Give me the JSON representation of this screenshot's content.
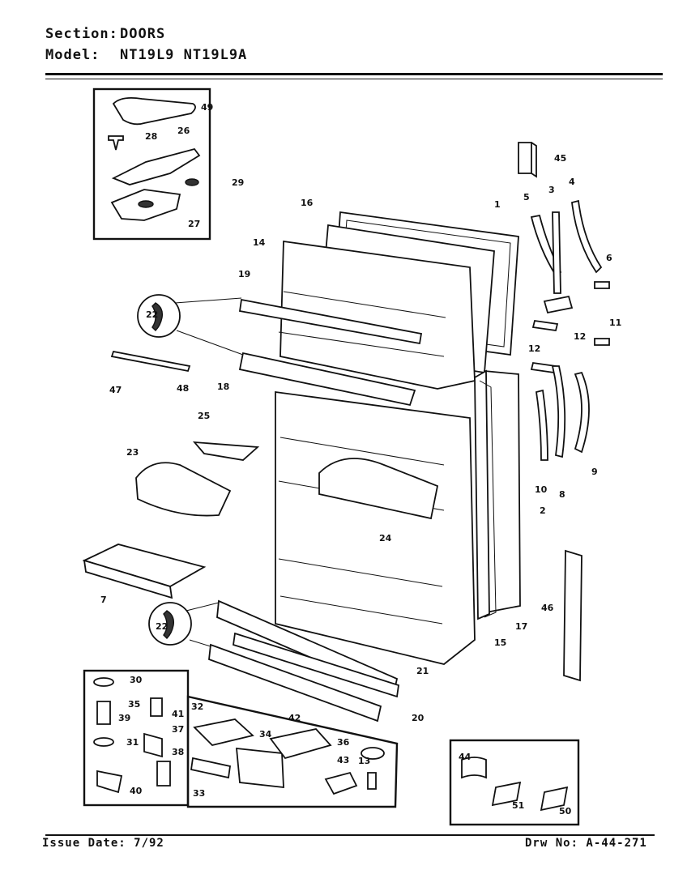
{
  "header": {
    "section_label": "Section:",
    "section_value": "DOORS",
    "model_label": "Model:",
    "model_value": "NT19L9  NT19L9A"
  },
  "footer": {
    "issue_date": "Issue Date: 7/92",
    "drawing_number": "Drw No: A-44-271"
  },
  "callouts": {
    "c1": "1",
    "c2": "2",
    "c3": "3",
    "c4": "4",
    "c5": "5",
    "c6": "6",
    "c7": "7",
    "c8": "8",
    "c9": "9",
    "c10": "10",
    "c11": "11",
    "c12a": "12",
    "c12b": "12",
    "c13": "13",
    "c14": "14",
    "c15": "15",
    "c16": "16",
    "c17": "17",
    "c18": "18",
    "c19": "19",
    "c20": "20",
    "c21": "21",
    "c22a": "22",
    "c22b": "22",
    "c23": "23",
    "c24": "24",
    "c25": "25",
    "c26": "26",
    "c27": "27",
    "c28": "28",
    "c29": "29",
    "c30": "30",
    "c31": "31",
    "c32": "32",
    "c33": "33",
    "c34": "34",
    "c35": "35",
    "c36": "36",
    "c37": "37",
    "c38": "38",
    "c39": "39",
    "c40": "40",
    "c41": "41",
    "c42": "42",
    "c43": "43",
    "c44": "44",
    "c45": "45",
    "c46": "46",
    "c47": "47",
    "c48": "48",
    "c49": "49",
    "c50": "50",
    "c51": "51"
  }
}
